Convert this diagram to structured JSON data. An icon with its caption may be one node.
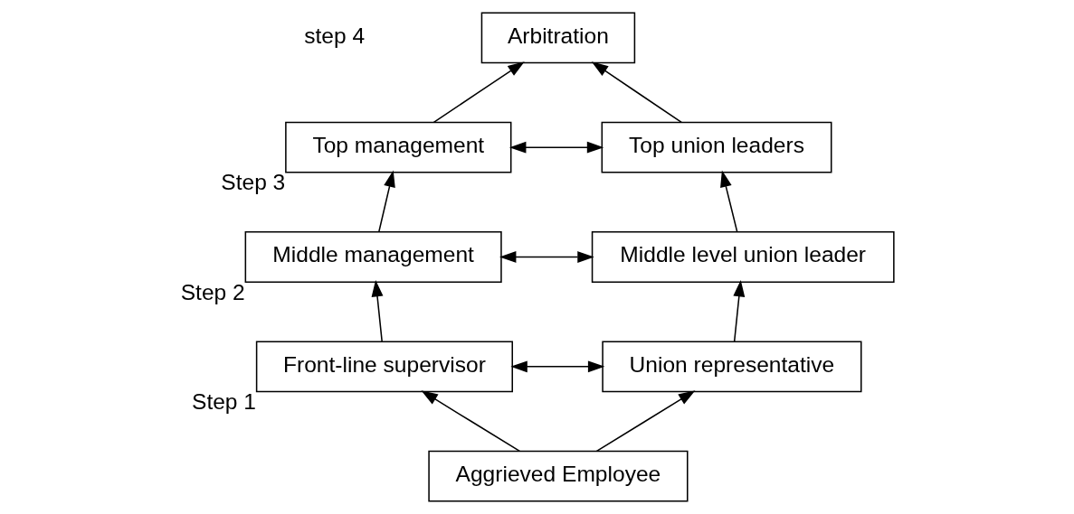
{
  "diagram": {
    "nodes": [
      {
        "text": [
          "Arbitration"
        ]
      },
      {
        "text": [
          "Top management"
        ],
        "beside": [
          "Step 3"
        ]
      },
      {
        "text": [
          "Top union leaders"
        ]
      },
      {
        "text": [
          "Middle management"
        ],
        "beside": [
          "Step 2"
        ]
      },
      {
        "text": [
          "Middle level union leader"
        ]
      },
      {
        "text": [
          "Front-line supervisor"
        ],
        "beside": [
          "Step 1"
        ]
      },
      {
        "text": [
          "Union representative"
        ]
      },
      {
        "text": [
          "Aggrieved Employee"
        ]
      }
    ],
    "edges": [
      {
        "from": 7,
        "to": 5,
        "arrow": "to"
      },
      {
        "from": 7,
        "to": 6,
        "arrow": "to"
      },
      {
        "from": 5,
        "to": 6,
        "arrow": "both"
      },
      {
        "from": 5,
        "to": 3,
        "arrow": "to"
      },
      {
        "from": 6,
        "to": 4,
        "arrow": "to"
      },
      {
        "from": 3,
        "to": 4,
        "arrow": "both"
      },
      {
        "from": 3,
        "to": 1,
        "arrow": "to"
      },
      {
        "from": 4,
        "to": 2,
        "arrow": "to"
      },
      {
        "from": 1,
        "to": 2,
        "arrow": "both"
      },
      {
        "from": 1,
        "to": 0,
        "arrow": "to"
      },
      {
        "from": 2,
        "to": 0,
        "arrow": "to"
      }
    ],
    "labels": [
      "step 4"
    ]
  }
}
